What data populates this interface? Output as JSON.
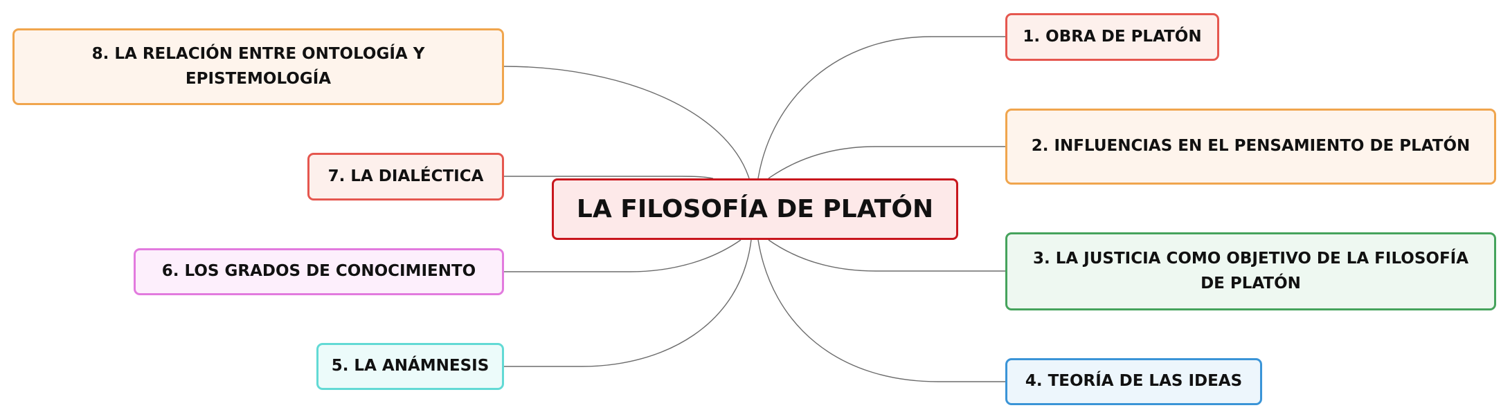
{
  "mindmap": {
    "center": {
      "label": "LA FILOSOFÍA DE PLATÓN"
    },
    "branches": [
      {
        "label": "1. OBRA DE PLATÓN"
      },
      {
        "label": "2. INFLUENCIAS EN EL PENSAMIENTO DE PLATÓN"
      },
      {
        "label": "3. LA JUSTICIA COMO OBJETIVO DE LA FILOSOFÍA DE PLATÓN"
      },
      {
        "label": "4. TEORÍA DE LAS IDEAS"
      },
      {
        "label": "5. LA ANÁMNESIS"
      },
      {
        "label": "6. LOS GRADOS DE CONOCIMIENTO"
      },
      {
        "label": "7. LA DIALÉCTICA"
      },
      {
        "label": "8. LA RELACIÓN ENTRE ONTOLOGÍA Y EPISTEMOLOGÍA"
      }
    ]
  },
  "colors": {
    "connector": "#6b6b6b",
    "center_border": "#c8161d",
    "branch_red": "#e5574f",
    "branch_orange": "#f0a54d",
    "branch_green": "#45a35c",
    "branch_blue": "#3a94d7",
    "branch_cyan": "#62dad5",
    "branch_magenta": "#e27ade"
  }
}
